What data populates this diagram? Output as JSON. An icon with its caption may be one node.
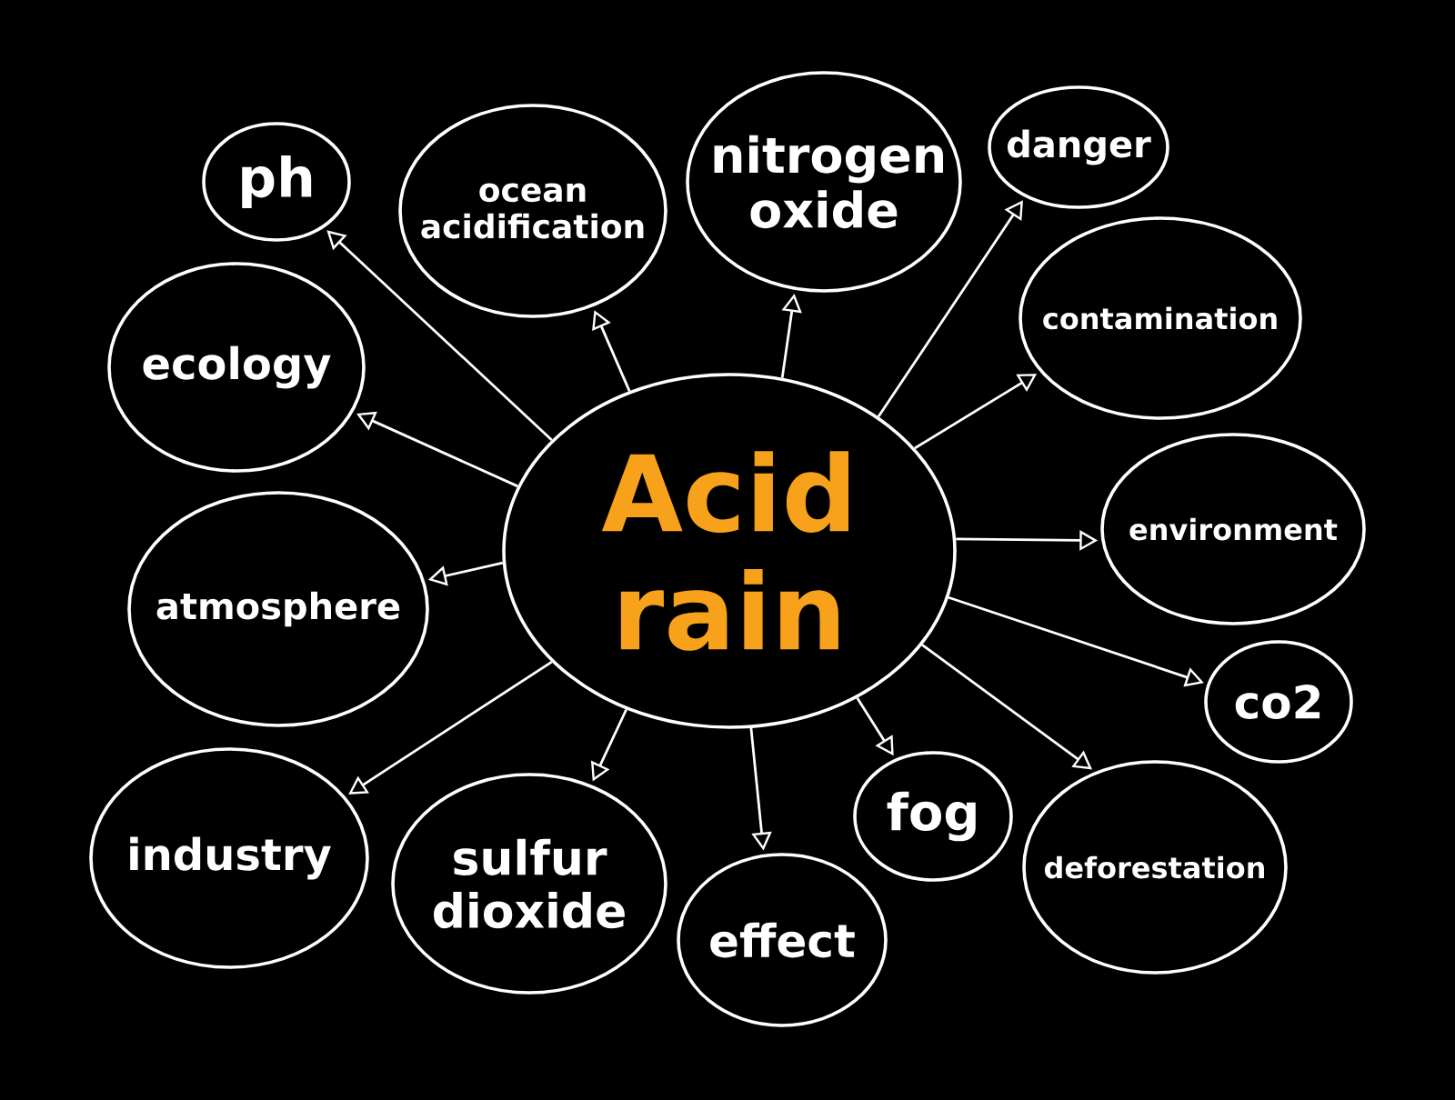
{
  "diagram": {
    "nodes": [
      {
        "text": [
          "Acid rain"
        ]
      },
      {
        "text": [
          "ph"
        ]
      },
      {
        "text": [
          "ocean acidification"
        ]
      },
      {
        "text": [
          "nitrogen oxide"
        ]
      },
      {
        "text": [
          "danger"
        ]
      },
      {
        "text": [
          "contamination"
        ]
      },
      {
        "text": [
          "environment"
        ]
      },
      {
        "text": [
          "co2"
        ]
      },
      {
        "text": [
          "deforestation"
        ]
      },
      {
        "text": [
          "fog"
        ]
      },
      {
        "text": [
          "effect"
        ]
      },
      {
        "text": [
          "sulfur dioxide"
        ]
      },
      {
        "text": [
          "industry"
        ]
      },
      {
        "text": [
          "atmosphere"
        ]
      },
      {
        "text": [
          "ecology"
        ]
      }
    ],
    "edges": [
      {
        "from": 0,
        "to": 1,
        "arrow": "to"
      },
      {
        "from": 0,
        "to": 2,
        "arrow": "to"
      },
      {
        "from": 0,
        "to": 3,
        "arrow": "to"
      },
      {
        "from": 0,
        "to": 4,
        "arrow": "to"
      },
      {
        "from": 0,
        "to": 5,
        "arrow": "to"
      },
      {
        "from": 0,
        "to": 6,
        "arrow": "to"
      },
      {
        "from": 0,
        "to": 7,
        "arrow": "to"
      },
      {
        "from": 0,
        "to": 8,
        "arrow": "to"
      },
      {
        "from": 0,
        "to": 9,
        "arrow": "to"
      },
      {
        "from": 0,
        "to": 10,
        "arrow": "to"
      },
      {
        "from": 0,
        "to": 11,
        "arrow": "to"
      },
      {
        "from": 0,
        "to": 12,
        "arrow": "to"
      },
      {
        "from": 0,
        "to": 13,
        "arrow": "to"
      },
      {
        "from": 0,
        "to": 14,
        "arrow": "to"
      }
    ]
  }
}
